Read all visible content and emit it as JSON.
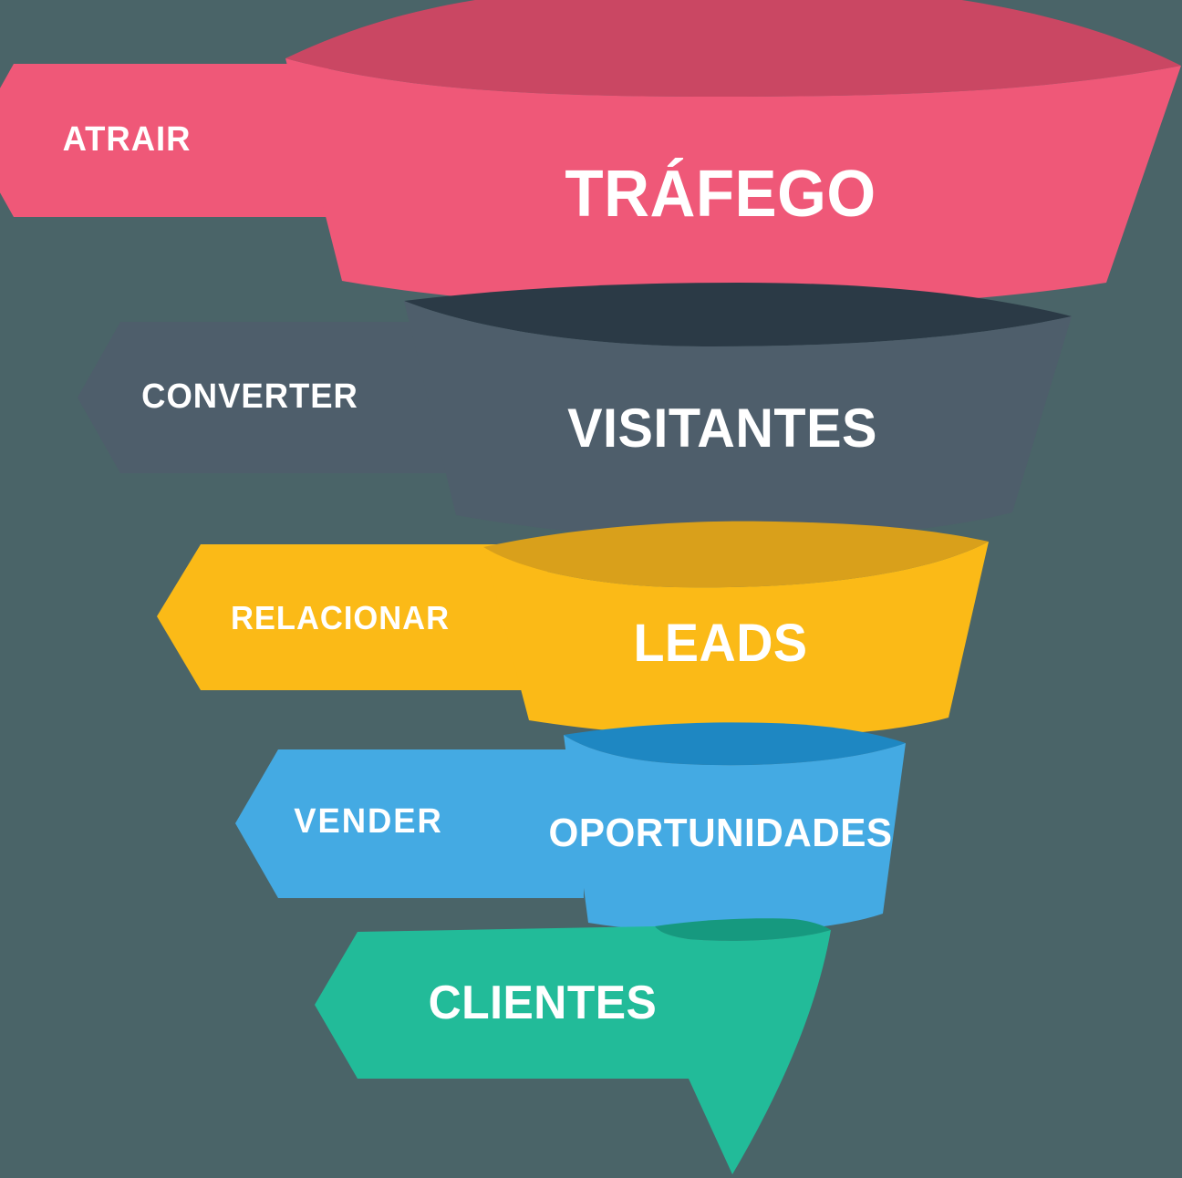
{
  "diagram": {
    "type": "funnel",
    "background": "#4A6468",
    "text_color": "#FFFFFF",
    "stages": [
      {
        "action": "ATRAIR",
        "label": "TRÁFEGO",
        "color": "#EF5878",
        "lip_color": "#CA4763"
      },
      {
        "action": "CONVERTER",
        "label": "VISITANTES",
        "color": "#4E5E6B",
        "lip_color": "#2B3A46"
      },
      {
        "action": "RELACIONAR",
        "label": "LEADS",
        "color": "#FBBA17",
        "lip_color": "#D9A01B"
      },
      {
        "action": "VENDER",
        "label": "OPORTUNIDADES",
        "color": "#44AAE3",
        "lip_color": "#1E87C2"
      },
      {
        "action": "",
        "label": "CLIENTES",
        "color": "#22BB99",
        "lip_color": "#16997F"
      }
    ]
  }
}
